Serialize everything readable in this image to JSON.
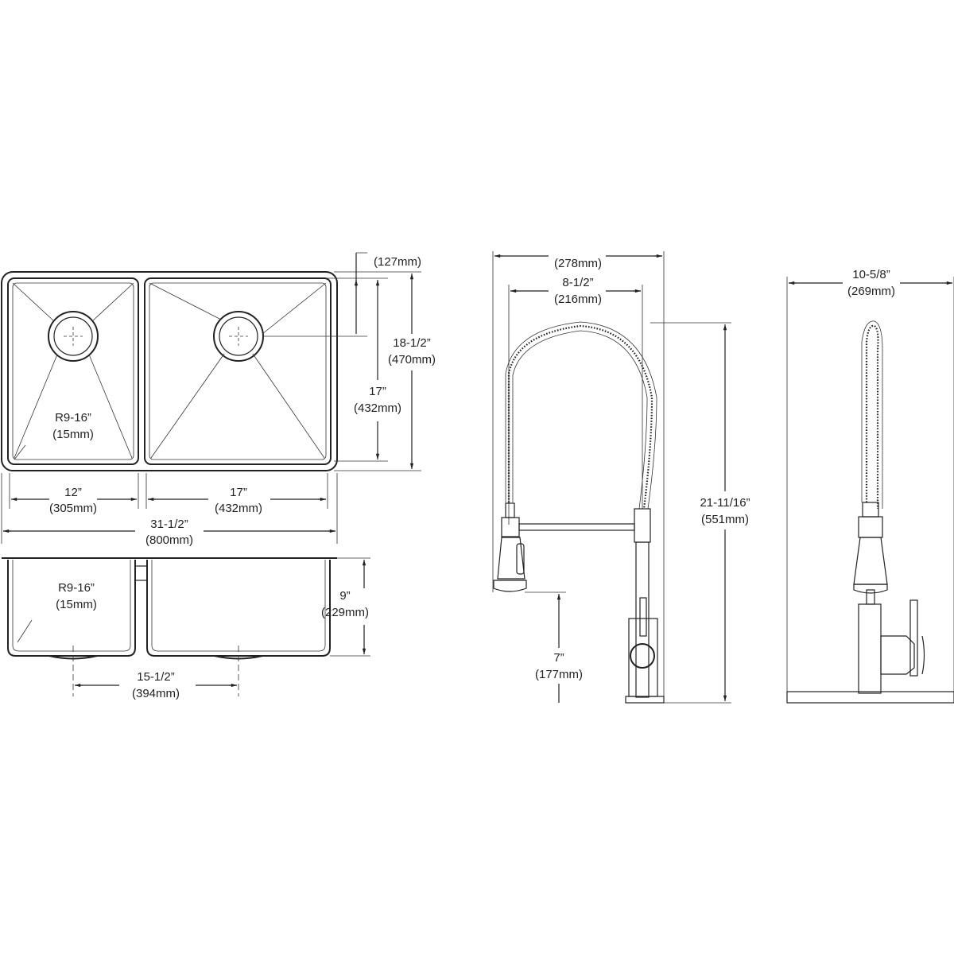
{
  "sink_top_view": {
    "corner_radius": {
      "inch": "R9-16”",
      "mm": "(15mm)"
    },
    "left_bowl_width": {
      "inch": "12”",
      "mm": "(305mm)"
    },
    "right_bowl_width": {
      "inch": "17”",
      "mm": "(432mm)"
    },
    "overall_width": {
      "inch": "31-1/2”",
      "mm": "(800mm)"
    },
    "drain_offset": {
      "mm": "(127mm)"
    },
    "overall_depth": {
      "inch": "18-1/2”",
      "mm": "(470mm)"
    },
    "bowl_depth": {
      "inch": "17”",
      "mm": "(432mm)"
    }
  },
  "sink_front_view": {
    "corner_radius": {
      "inch": "R9-16”",
      "mm": "(15mm)"
    },
    "bowl_height": {
      "inch": "9”",
      "mm": "(229mm)"
    },
    "drain_spacing": {
      "inch": "15-1/2”",
      "mm": "(394mm)"
    }
  },
  "faucet_side_view": {
    "overall_reach": {
      "mm": "(278mm)"
    },
    "spout_reach": {
      "inch": "8-1/2”",
      "mm": "(216mm)"
    },
    "overall_height": {
      "inch": "21-11/16”",
      "mm": "(551mm)"
    },
    "spout_height": {
      "inch": "7”",
      "mm": "(177mm)"
    }
  },
  "faucet_front_view": {
    "base_width": {
      "inch": "10-5/8”",
      "mm": "(269mm)"
    }
  }
}
